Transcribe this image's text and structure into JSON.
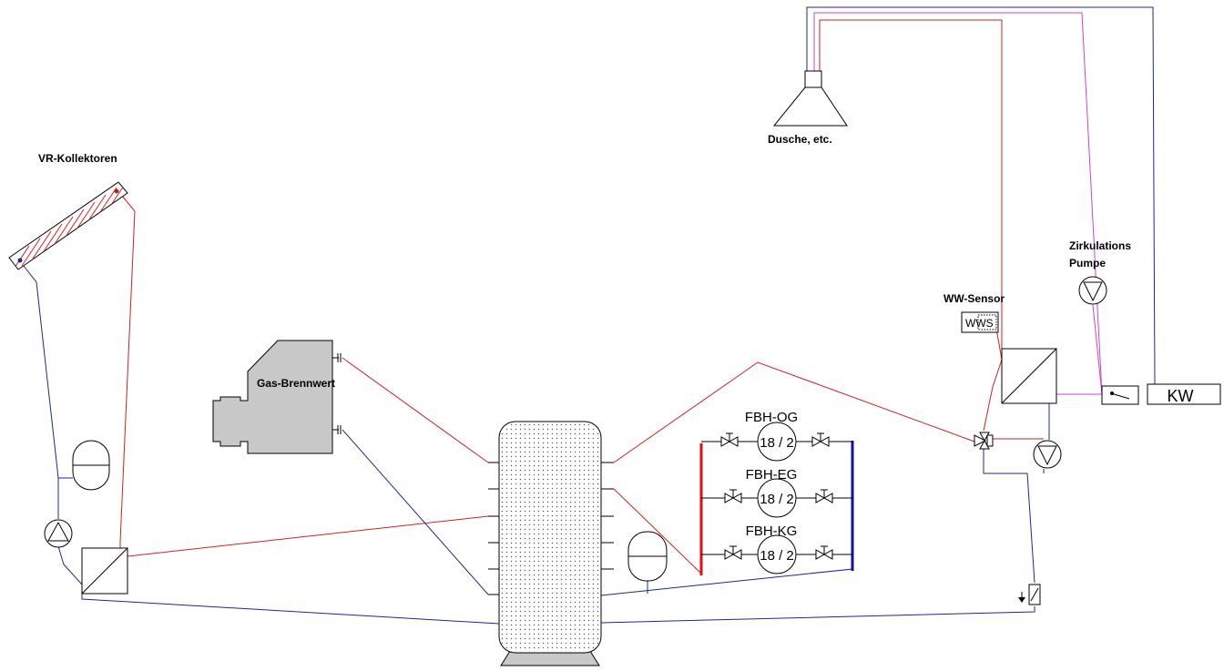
{
  "labels": {
    "collectors": "VR-Kollektoren",
    "boiler": "Gas-Brennwert",
    "shower": "Dusche, etc.",
    "circulation_line1": "Zirkulations",
    "circulation_line2": "Pumpe",
    "ww_sensor": "WW-Sensor",
    "wws": "WWS",
    "kw": "KW"
  },
  "floor_heating": [
    {
      "name": "FBH-OG",
      "value": "18 / 2"
    },
    {
      "name": "FBH-EG",
      "value": "18 / 2"
    },
    {
      "name": "FBH-KG",
      "value": "18 / 2"
    }
  ],
  "colors": {
    "hot": "#cc2222",
    "cold": "#1a2a8a",
    "circulation": "#cc44cc",
    "boiler_fill": "#c8c8c8",
    "manifold_hot": "#dd1111",
    "manifold_cold": "#1111aa"
  }
}
